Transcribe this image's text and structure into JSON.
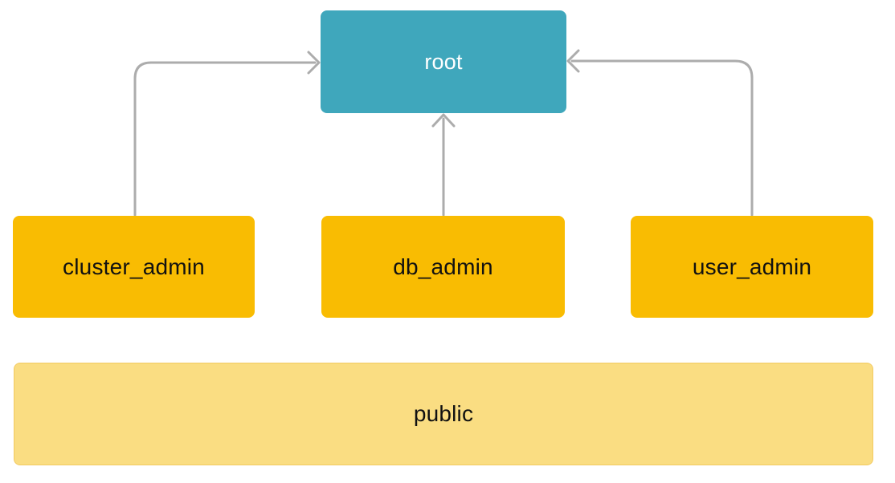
{
  "diagram": {
    "title": "role-hierarchy-diagram",
    "nodes": {
      "root": {
        "label": "root",
        "bg": "#3FA7BC",
        "text_color": "#FFFFFF"
      },
      "cluster_admin": {
        "label": "cluster_admin",
        "bg": "#F9BC02",
        "text_color": "#111111"
      },
      "db_admin": {
        "label": "db_admin",
        "bg": "#F9BC02",
        "text_color": "#111111"
      },
      "user_admin": {
        "label": "user_admin",
        "bg": "#F9BC02",
        "text_color": "#111111"
      },
      "public": {
        "label": "public",
        "bg": "#FADD82",
        "border_color": "#F2CA61",
        "text_color": "#111111"
      }
    },
    "edges": [
      {
        "from": "cluster_admin",
        "to": "root"
      },
      {
        "from": "db_admin",
        "to": "root"
      },
      {
        "from": "user_admin",
        "to": "root"
      }
    ],
    "connector_color": "#ACACAC"
  }
}
